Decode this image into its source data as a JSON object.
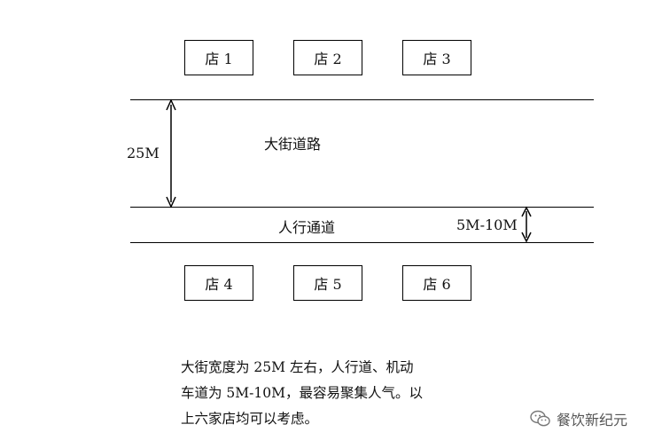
{
  "shops_top": [
    "店 1",
    "店 2",
    "店 3"
  ],
  "shops_bottom": [
    "店 4",
    "店 5",
    "店 6"
  ],
  "labels": {
    "street": "大街道路",
    "sidewalk": "人行通道",
    "street_width": "25M",
    "sidewalk_width": "5M-10M"
  },
  "note": {
    "lines": [
      "大街宽度为 25M 左右，人行道、机动",
      "车道为 5M-10M，最容易聚集人气。以",
      "上六家店均可以考虑。"
    ]
  },
  "watermark": {
    "text": "餐饮新纪元",
    "icon": "wechat-icon"
  }
}
